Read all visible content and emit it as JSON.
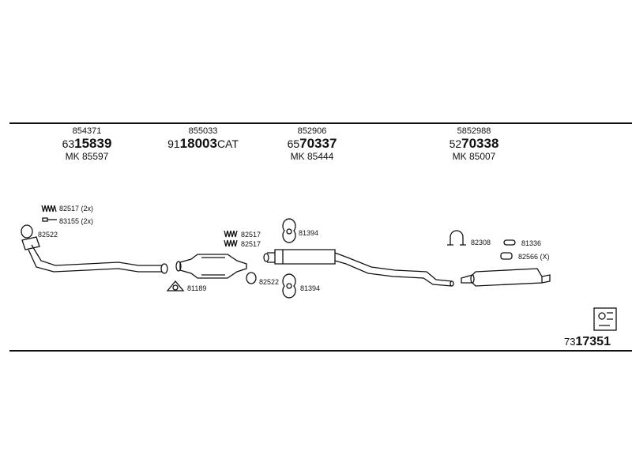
{
  "header_parts": [
    {
      "ref": "854371",
      "prefix": "63",
      "number": "15839",
      "suffix": "",
      "mk": "MK 85597"
    },
    {
      "ref": "855033",
      "prefix": "91",
      "number": "18003",
      "suffix": "CAT",
      "mk": ""
    },
    {
      "ref": "852906",
      "prefix": "65",
      "number": "70337",
      "suffix": "",
      "mk": "MK 85444"
    },
    {
      "ref": "5852988",
      "prefix": "52",
      "number": "70338",
      "suffix": "",
      "mk": "MK 85007"
    }
  ],
  "labels": {
    "l82517_2x": "82517 (2x)",
    "l83155_2x": "83155 (2x)",
    "l82522_a": "82522",
    "l82517_a": "82517",
    "l82517_b": "82517",
    "l81394_a": "81394",
    "l81189": "81189",
    "l82522_b": "82522",
    "l81394_b": "81394",
    "l82308": "82308",
    "l81336": "81336",
    "l82566_x": "82566 (X)"
  },
  "document_code": {
    "prefix": "73",
    "number": "17351"
  }
}
